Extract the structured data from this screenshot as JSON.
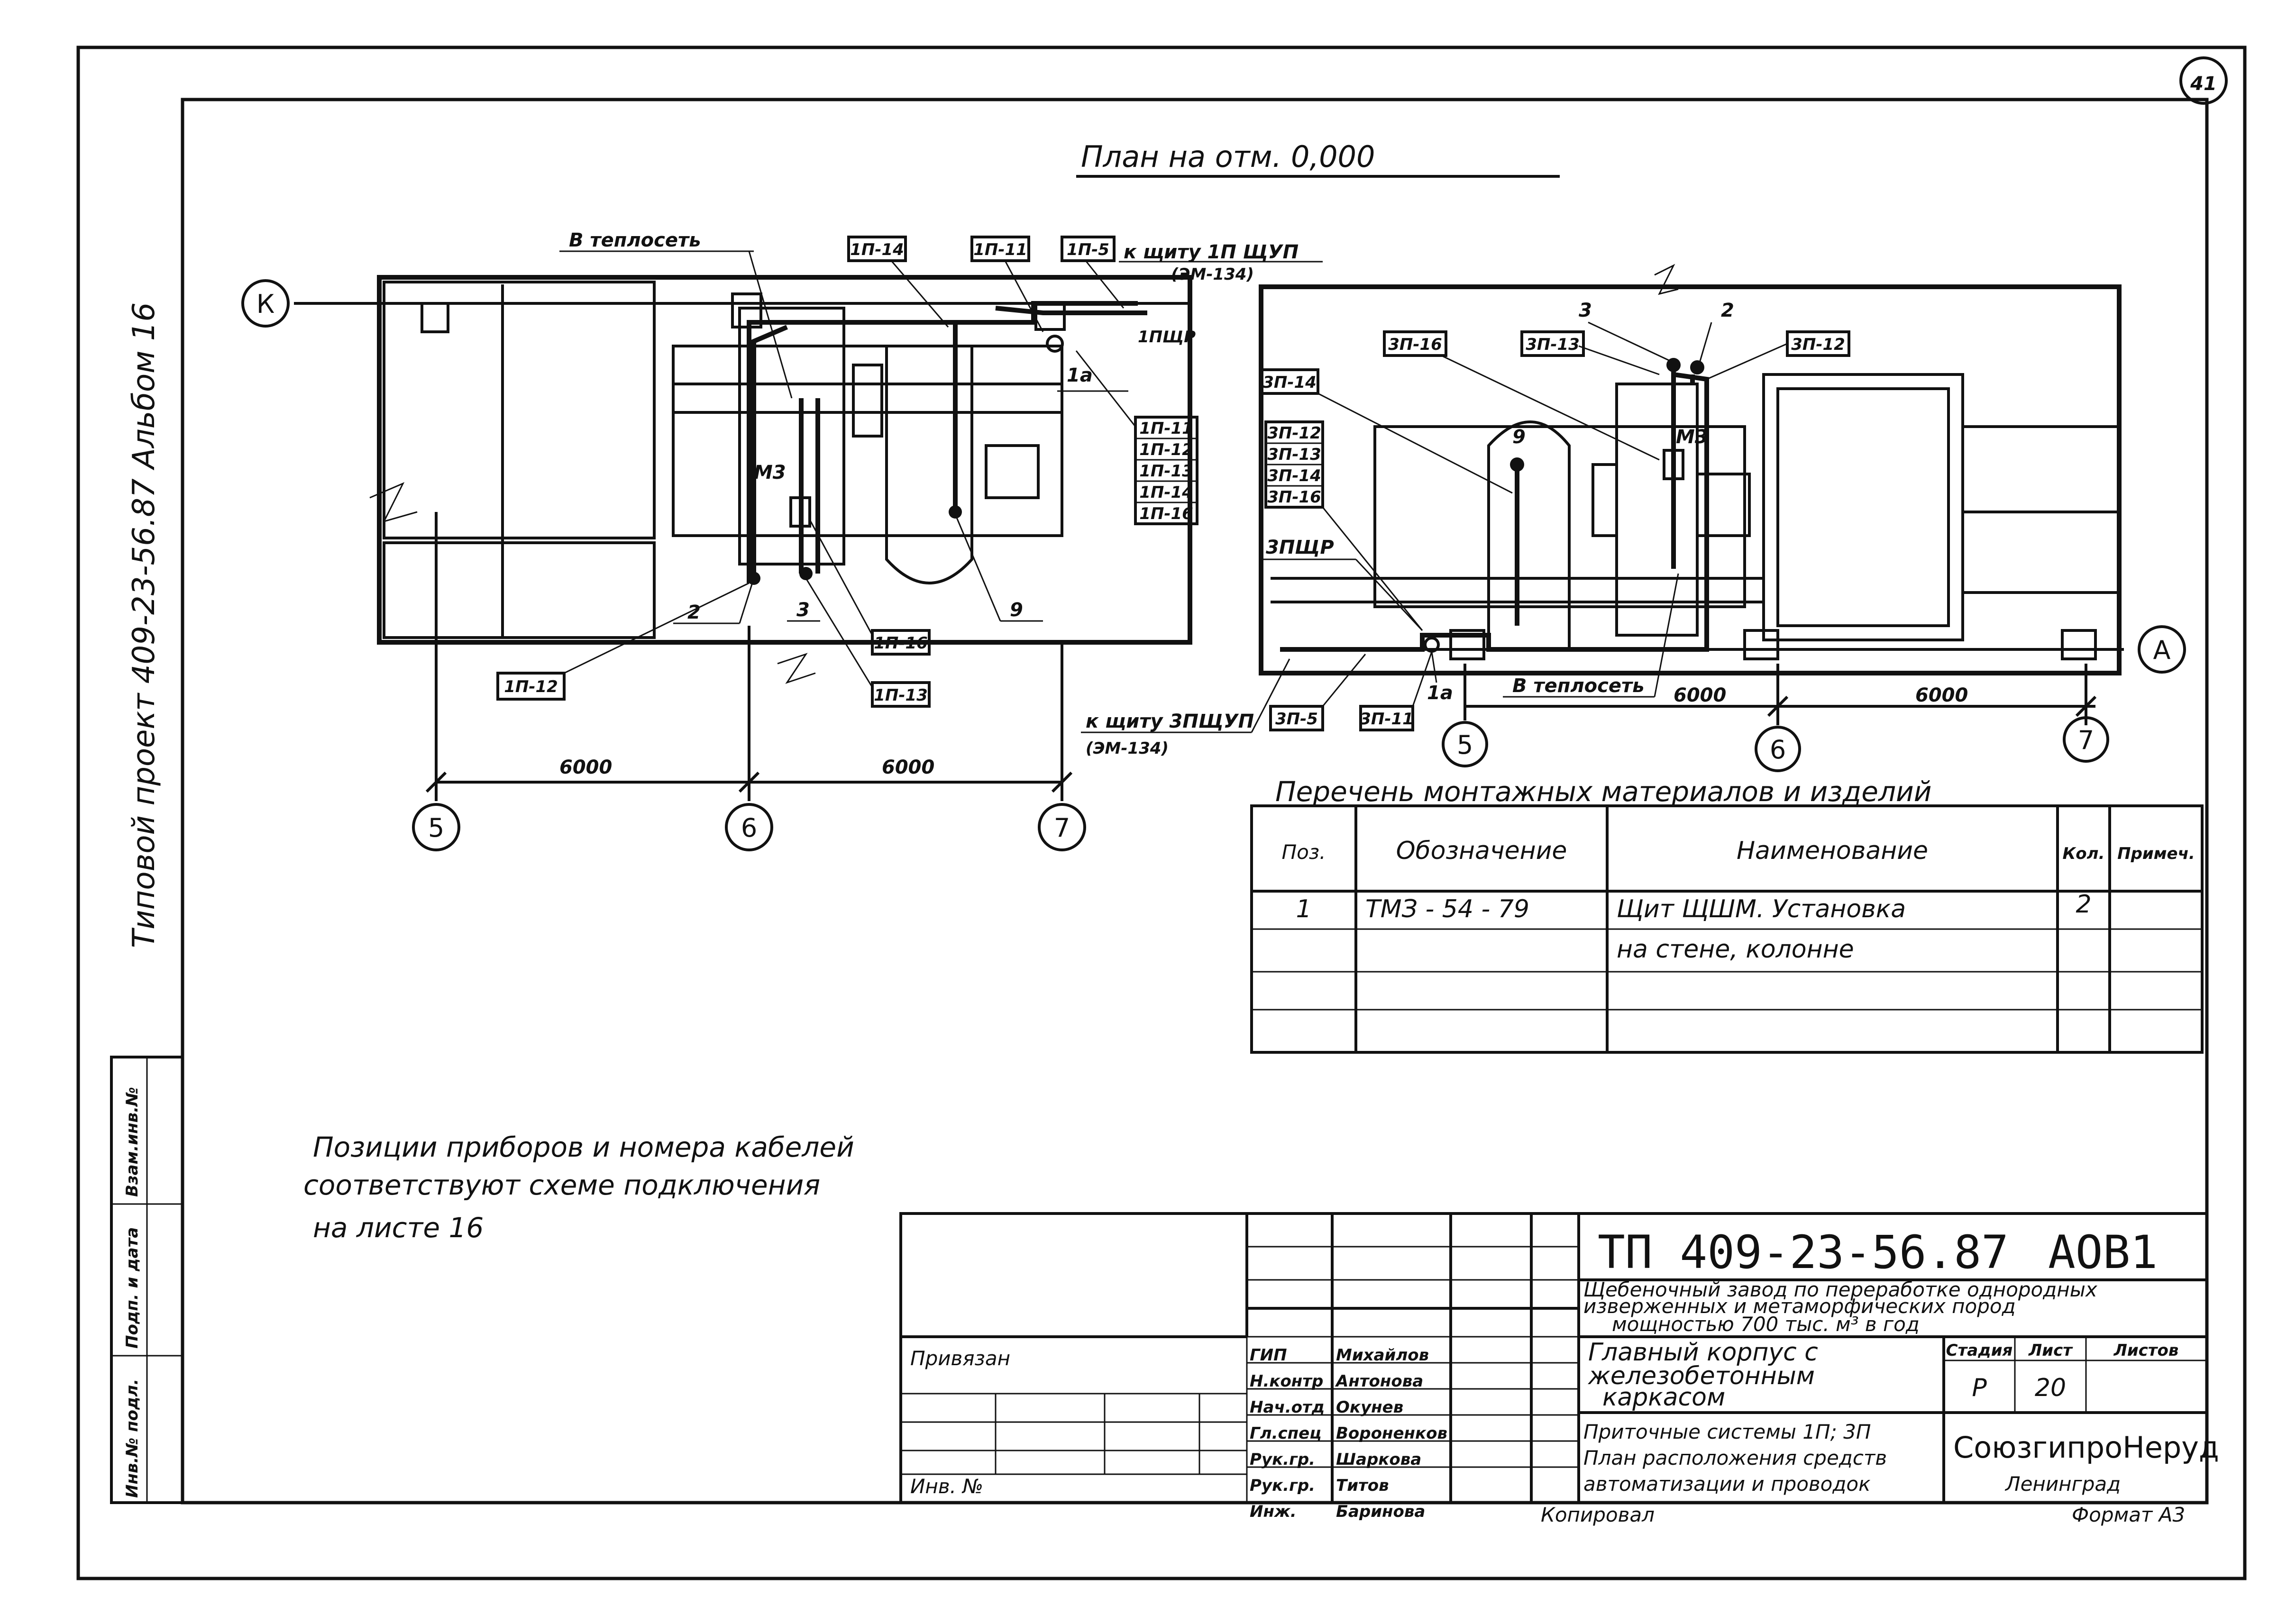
{
  "sheet": {
    "corner_number": "41",
    "title": "План на отм. 0,000",
    "side_text": "Типовой проект 409-23-56.87 Альбом 16",
    "side_boxes": [
      "Взам.инв.№",
      "Подп. и дата",
      "Инв.№ подл."
    ]
  },
  "left_plan": {
    "labels": {
      "heat": "В теплосеть",
      "to_panel": "к щиту 1П ЩУП",
      "to_panel_ref": "(ЭМ-134)",
      "panel": "1ПЩР",
      "p1a": "1а",
      "m3": "М3"
    },
    "boxes": [
      "1П-14",
      "1П-11",
      "1П-5",
      "1П-12",
      "1П-16",
      "1П-13"
    ],
    "box_stack": [
      "1П-11",
      "1П-12",
      "1П-13",
      "1П-14",
      "1П-16"
    ],
    "positions": [
      "2",
      "3",
      "9"
    ],
    "dims": [
      "6000",
      "6000"
    ],
    "axis_k": "К",
    "axes": [
      "5",
      "6",
      "7"
    ]
  },
  "right_plan": {
    "labels": {
      "heat": "В теплосеть",
      "to_panel": "к щиту 3ПЩУП",
      "to_panel_ref": "(ЭМ-134)",
      "panel": "3ПЩР",
      "p1a": "1а",
      "m3": "М3"
    },
    "boxes": [
      "3П-16",
      "3П-13",
      "3П-12",
      "3П-14",
      "3П-5",
      "3П-11"
    ],
    "box_stack": [
      "3П-12",
      "3П-13",
      "3П-14",
      "3П-16"
    ],
    "positions": [
      "3",
      "2",
      "9"
    ],
    "dims": [
      "6000",
      "6000"
    ],
    "axis_a": "А",
    "axes": [
      "5",
      "6",
      "7"
    ]
  },
  "materials": {
    "title": "Перечень монтажных материалов и изделий",
    "headers": [
      "Поз.",
      "Обозначение",
      "Наименование",
      "Кол.",
      "Примеч."
    ],
    "rows": [
      {
        "pos": "1",
        "code": "ТМЗ - 54 - 79",
        "name": "Щит ЩШМ. Установка",
        "qty": "2",
        "note": ""
      },
      {
        "pos": "",
        "code": "",
        "name": "на стене, колонне",
        "qty": "",
        "note": ""
      }
    ]
  },
  "note": {
    "lines": [
      "Позиции приборов и номера кабелей",
      "соответствуют схеме подключения",
      "на листе 16"
    ]
  },
  "stamp": {
    "code": "ТП 409-23-56.87",
    "mark": "АОВ1",
    "project": [
      "Щебеночный завод по переработке однородных",
      "изверженных и метаморфических пород",
      "мощностью 700 тыс. м³ в год"
    ],
    "building": [
      "Главный корпус с",
      "железобетонным",
      "каркасом"
    ],
    "drawing": [
      "Приточные системы 1П; 3П",
      "План расположения средств",
      "автоматизации и проводок"
    ],
    "col_headers": [
      "Стадия",
      "Лист",
      "Листов"
    ],
    "stage": "Р",
    "sheet_no": "20",
    "sheets": "",
    "org": "СоюзгипроНеруд",
    "city": "Ленинград",
    "attached": "Привязан",
    "inv": "Инв. №",
    "people": [
      {
        "role": "ГИП",
        "name": "Михайлов"
      },
      {
        "role": "Н.контр",
        "name": "Антонова"
      },
      {
        "role": "Нач.отд",
        "name": "Окунев"
      },
      {
        "role": "Гл.спец",
        "name": "Вороненков"
      },
      {
        "role": "Рук.гр.",
        "name": "Шаркова"
      },
      {
        "role": "Рук.гр.",
        "name": "Титов"
      },
      {
        "role": "Инж.",
        "name": "Баринова"
      }
    ],
    "copied": "Копировал",
    "format": "Формат А3"
  }
}
